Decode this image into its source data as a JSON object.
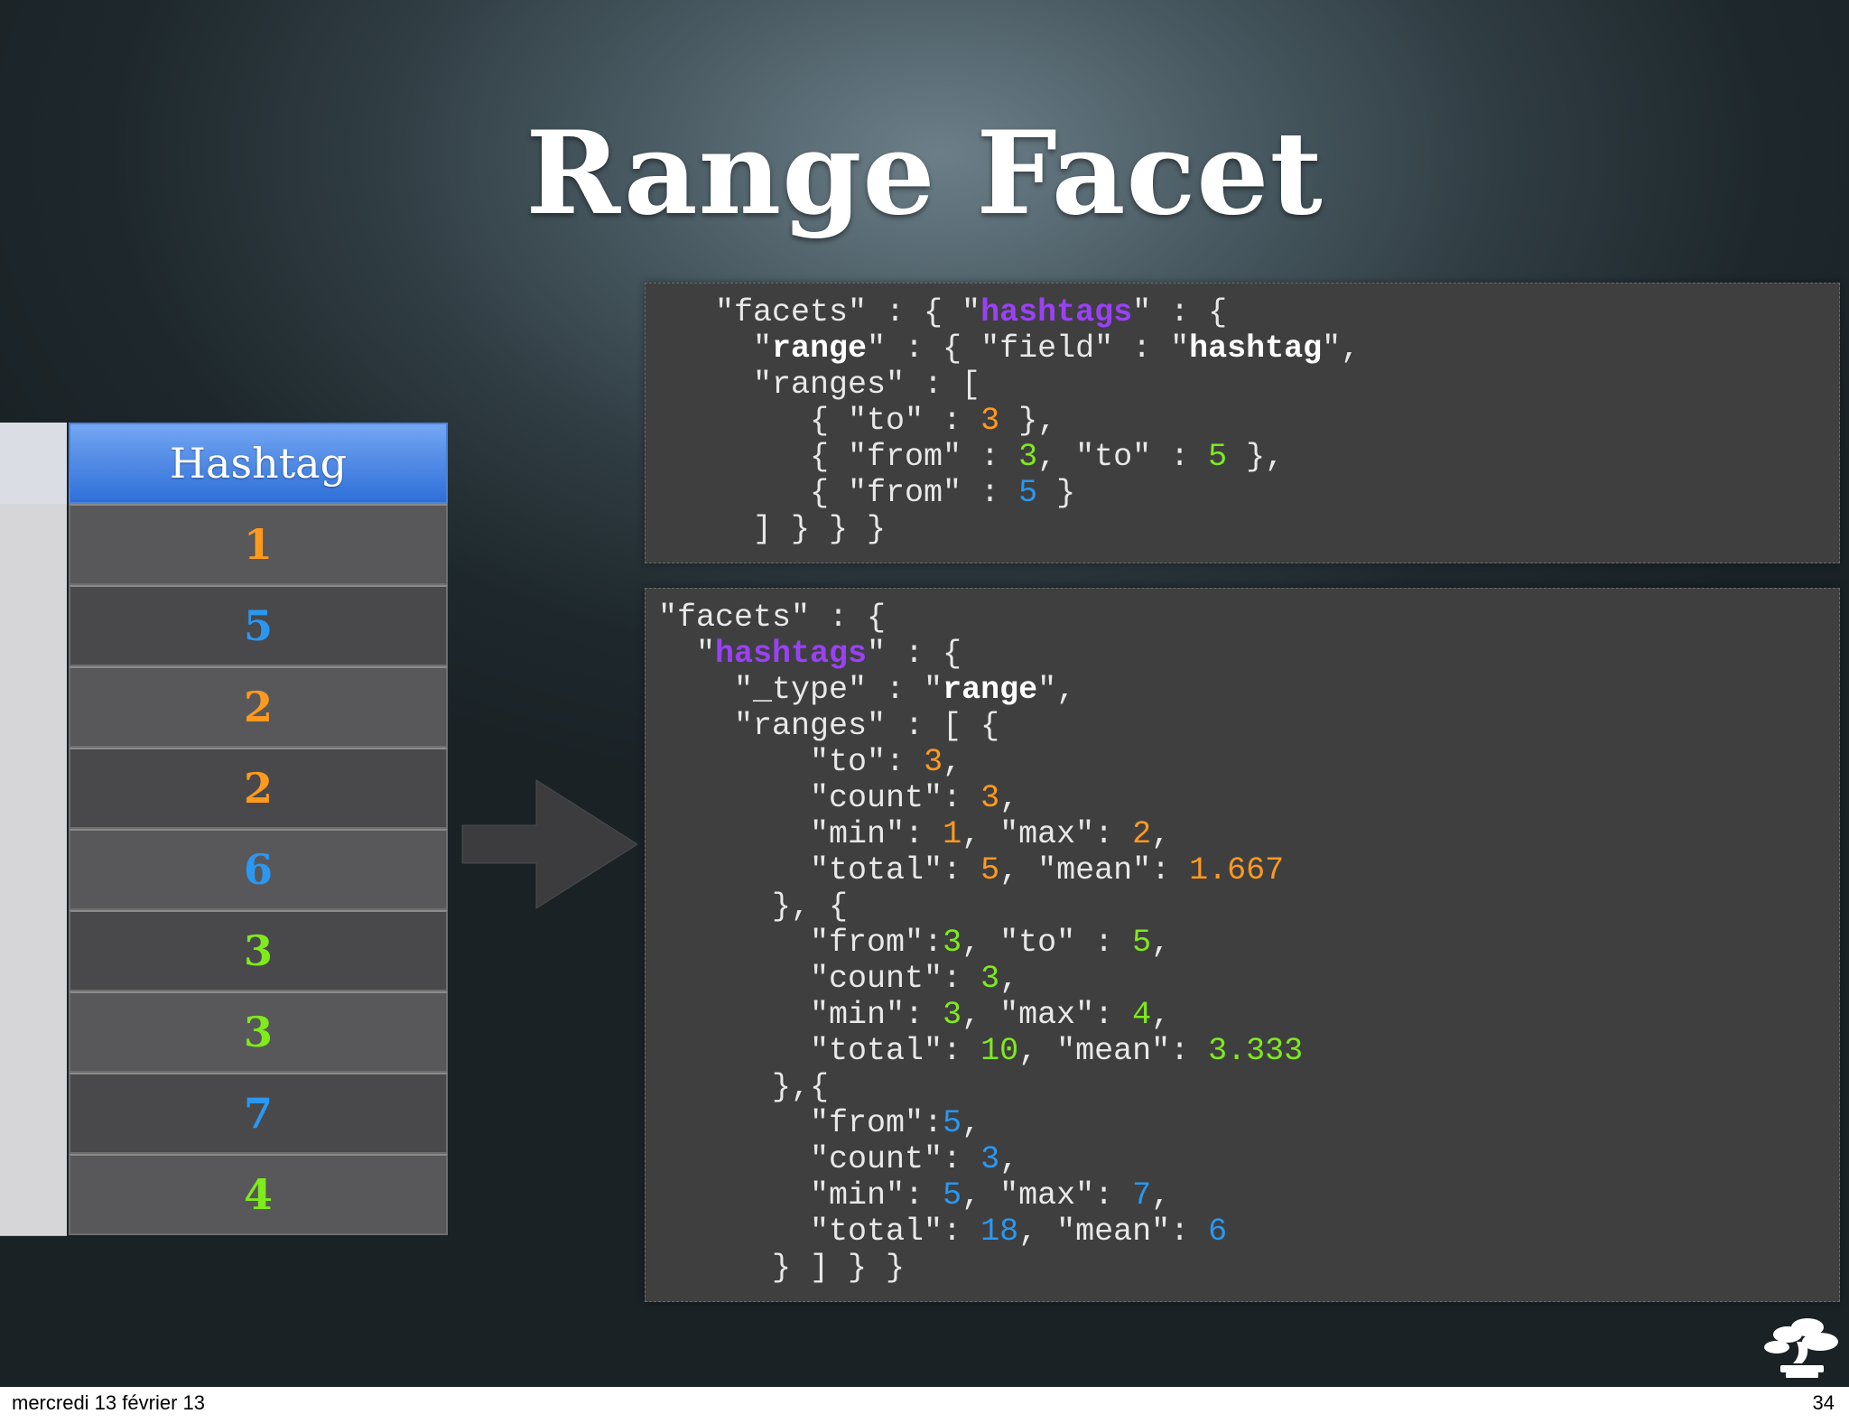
{
  "slide": {
    "title": "Range Facet",
    "table": {
      "header": "Hashtag",
      "rows": [
        {
          "value": "1",
          "color": "#ff9a1e"
        },
        {
          "value": "5",
          "color": "#2a98f2"
        },
        {
          "value": "2",
          "color": "#ff9a1e"
        },
        {
          "value": "2",
          "color": "#ff9a1e"
        },
        {
          "value": "6",
          "color": "#2a98f2"
        },
        {
          "value": "3",
          "color": "#7fea1c"
        },
        {
          "value": "3",
          "color": "#7fea1c"
        },
        {
          "value": "7",
          "color": "#2a98f2"
        },
        {
          "value": "4",
          "color": "#7fea1c"
        }
      ]
    },
    "colors": {
      "low_range": "#ff9a1e",
      "mid_range": "#7fea1c",
      "high_range": "#2a98f2",
      "keyword": "#9a41f5"
    },
    "request_code": [
      [
        [
          "",
          " \"facets\" : { \""
        ],
        [
          "k",
          "hashtags"
        ],
        [
          "",
          "\" : {"
        ]
      ],
      [
        [
          "",
          "   \""
        ],
        [
          "b",
          "range"
        ],
        [
          "",
          "\" : { \"field\" : \""
        ],
        [
          "b",
          "hashtag"
        ],
        [
          "",
          "\","
        ]
      ],
      [
        [
          "",
          "   \"ranges\" : ["
        ]
      ],
      [
        [
          "",
          "      { \"to\" : "
        ],
        [
          "o",
          "3"
        ],
        [
          "",
          " },"
        ]
      ],
      [
        [
          "",
          "      { \"from\" : "
        ],
        [
          "g",
          "3"
        ],
        [
          "",
          ", \"to\" : "
        ],
        [
          "g",
          "5"
        ],
        [
          "",
          " },"
        ]
      ],
      [
        [
          "",
          "      { \"from\" : "
        ],
        [
          "u",
          "5"
        ],
        [
          "",
          " }"
        ]
      ],
      [
        [
          "",
          "   ] } } }"
        ]
      ]
    ],
    "response_code": [
      [
        [
          "",
          "\"facets\" : {"
        ]
      ],
      [
        [
          "",
          "  \""
        ],
        [
          "k",
          "hashtags"
        ],
        [
          "",
          "\" : {"
        ]
      ],
      [
        [
          "",
          "    \"_type\" : \""
        ],
        [
          "b",
          "range"
        ],
        [
          "",
          "\","
        ]
      ],
      [
        [
          "",
          "    \"ranges\" : [ {"
        ]
      ],
      [
        [
          "",
          "        \"to\": "
        ],
        [
          "o",
          "3"
        ],
        [
          "",
          ","
        ]
      ],
      [
        [
          "",
          "        \"count\": "
        ],
        [
          "o",
          "3"
        ],
        [
          "",
          ","
        ]
      ],
      [
        [
          "",
          "        \"min\": "
        ],
        [
          "o",
          "1"
        ],
        [
          "",
          ", \"max\": "
        ],
        [
          "o",
          "2"
        ],
        [
          "",
          ","
        ]
      ],
      [
        [
          "",
          "        \"total\": "
        ],
        [
          "o",
          "5"
        ],
        [
          "",
          ", \"mean\": "
        ],
        [
          "o",
          "1.667"
        ]
      ],
      [
        [
          "",
          "      }, {"
        ]
      ],
      [
        [
          "",
          "        \"from\":"
        ],
        [
          "g",
          "3"
        ],
        [
          "",
          ", \"to\" : "
        ],
        [
          "g",
          "5"
        ],
        [
          "",
          ","
        ]
      ],
      [
        [
          "",
          "        \"count\": "
        ],
        [
          "g",
          "3"
        ],
        [
          "",
          ","
        ]
      ],
      [
        [
          "",
          "        \"min\": "
        ],
        [
          "g",
          "3"
        ],
        [
          "",
          ", \"max\": "
        ],
        [
          "g",
          "4"
        ],
        [
          "",
          ","
        ]
      ],
      [
        [
          "",
          "        \"total\": "
        ],
        [
          "g",
          "10"
        ],
        [
          "",
          ", \"mean\": "
        ],
        [
          "g",
          "3.333"
        ]
      ],
      [
        [
          "",
          "      },{"
        ]
      ],
      [
        [
          "",
          "        \"from\":"
        ],
        [
          "u",
          "5"
        ],
        [
          "",
          ","
        ]
      ],
      [
        [
          "",
          "        \"count\": "
        ],
        [
          "u",
          "3"
        ],
        [
          "",
          ","
        ]
      ],
      [
        [
          "",
          "        \"min\": "
        ],
        [
          "u",
          "5"
        ],
        [
          "",
          ", \"max\": "
        ],
        [
          "u",
          "7"
        ],
        [
          "",
          ","
        ]
      ],
      [
        [
          "",
          "        \"total\": "
        ],
        [
          "u",
          "18"
        ],
        [
          "",
          ", \"mean\": "
        ],
        [
          "u",
          "6"
        ]
      ],
      [
        [
          "",
          "      } ] } }"
        ]
      ]
    ]
  },
  "footer": {
    "date": "mercredi 13 février 13",
    "page_number": "34"
  }
}
